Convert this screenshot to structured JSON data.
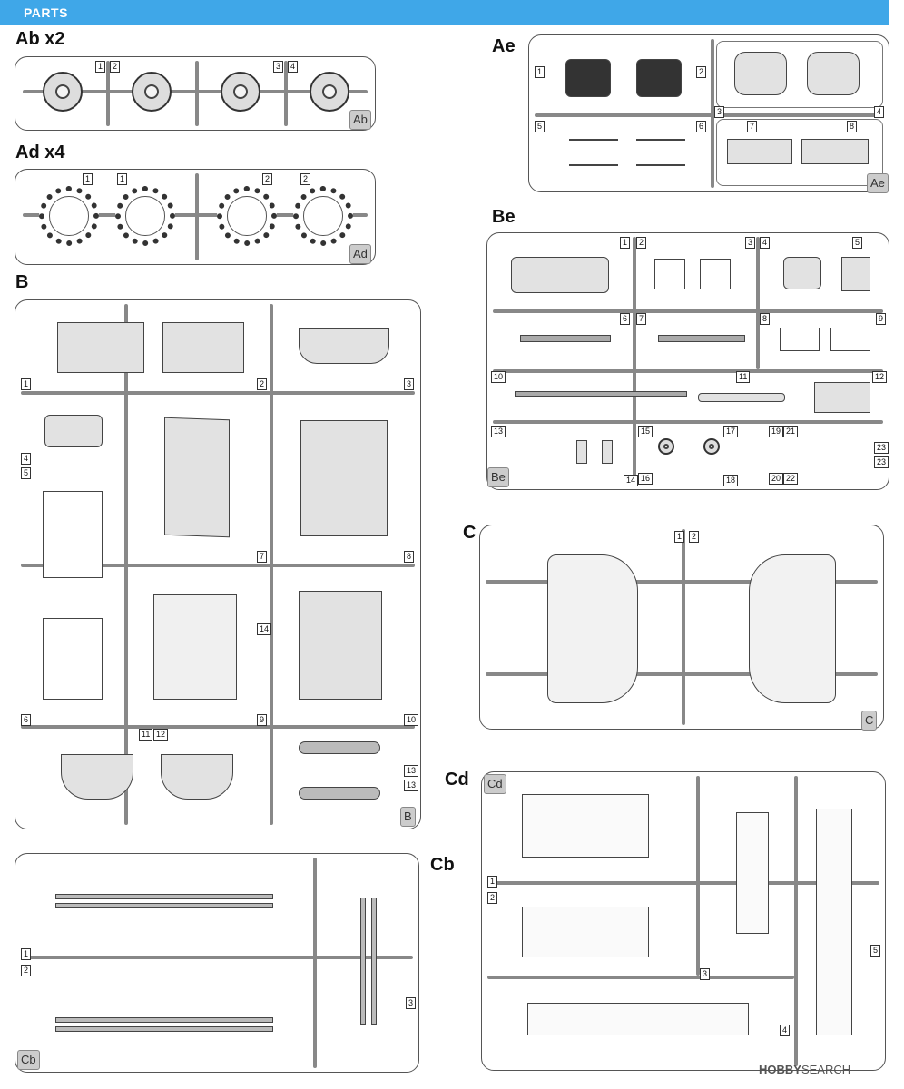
{
  "header": {
    "label": "PARTS"
  },
  "sprues": {
    "Ab": {
      "title": "Ab x2",
      "badge": "Ab",
      "numbers": [
        "1",
        "2",
        "3",
        "4"
      ]
    },
    "Ad": {
      "title": "Ad x4",
      "badge": "Ad",
      "numbers": [
        "1",
        "1",
        "2",
        "2"
      ]
    },
    "B": {
      "title": "B",
      "badge": "B",
      "numbers": [
        "1",
        "2",
        "3",
        "4",
        "5",
        "7",
        "8",
        "14",
        "6",
        "9",
        "10",
        "11",
        "12",
        "13",
        "13"
      ]
    },
    "Ae": {
      "title": "Ae",
      "badge": "Ae",
      "numbers": [
        "1",
        "2",
        "3",
        "4",
        "5",
        "6",
        "7",
        "8"
      ]
    },
    "Be": {
      "title": "Be",
      "badge": "Be",
      "numbers": [
        "1",
        "2",
        "3",
        "4",
        "5",
        "6",
        "7",
        "8",
        "9",
        "10",
        "11",
        "12",
        "13",
        "14",
        "15",
        "16",
        "17",
        "18",
        "19",
        "20",
        "21",
        "22",
        "23",
        "23"
      ]
    },
    "C": {
      "title": "C",
      "badge": "C",
      "numbers": [
        "1",
        "2"
      ]
    },
    "Cb": {
      "title": "Cb",
      "badge": "Cb",
      "numbers": [
        "1",
        "2",
        "3"
      ]
    },
    "Cd": {
      "title": "Cd",
      "badge": "Cd",
      "numbers": [
        "1",
        "2",
        "3",
        "4",
        "5"
      ]
    }
  },
  "watermark": {
    "brand": "HOBBY",
    "suffix": "SEARCH"
  }
}
